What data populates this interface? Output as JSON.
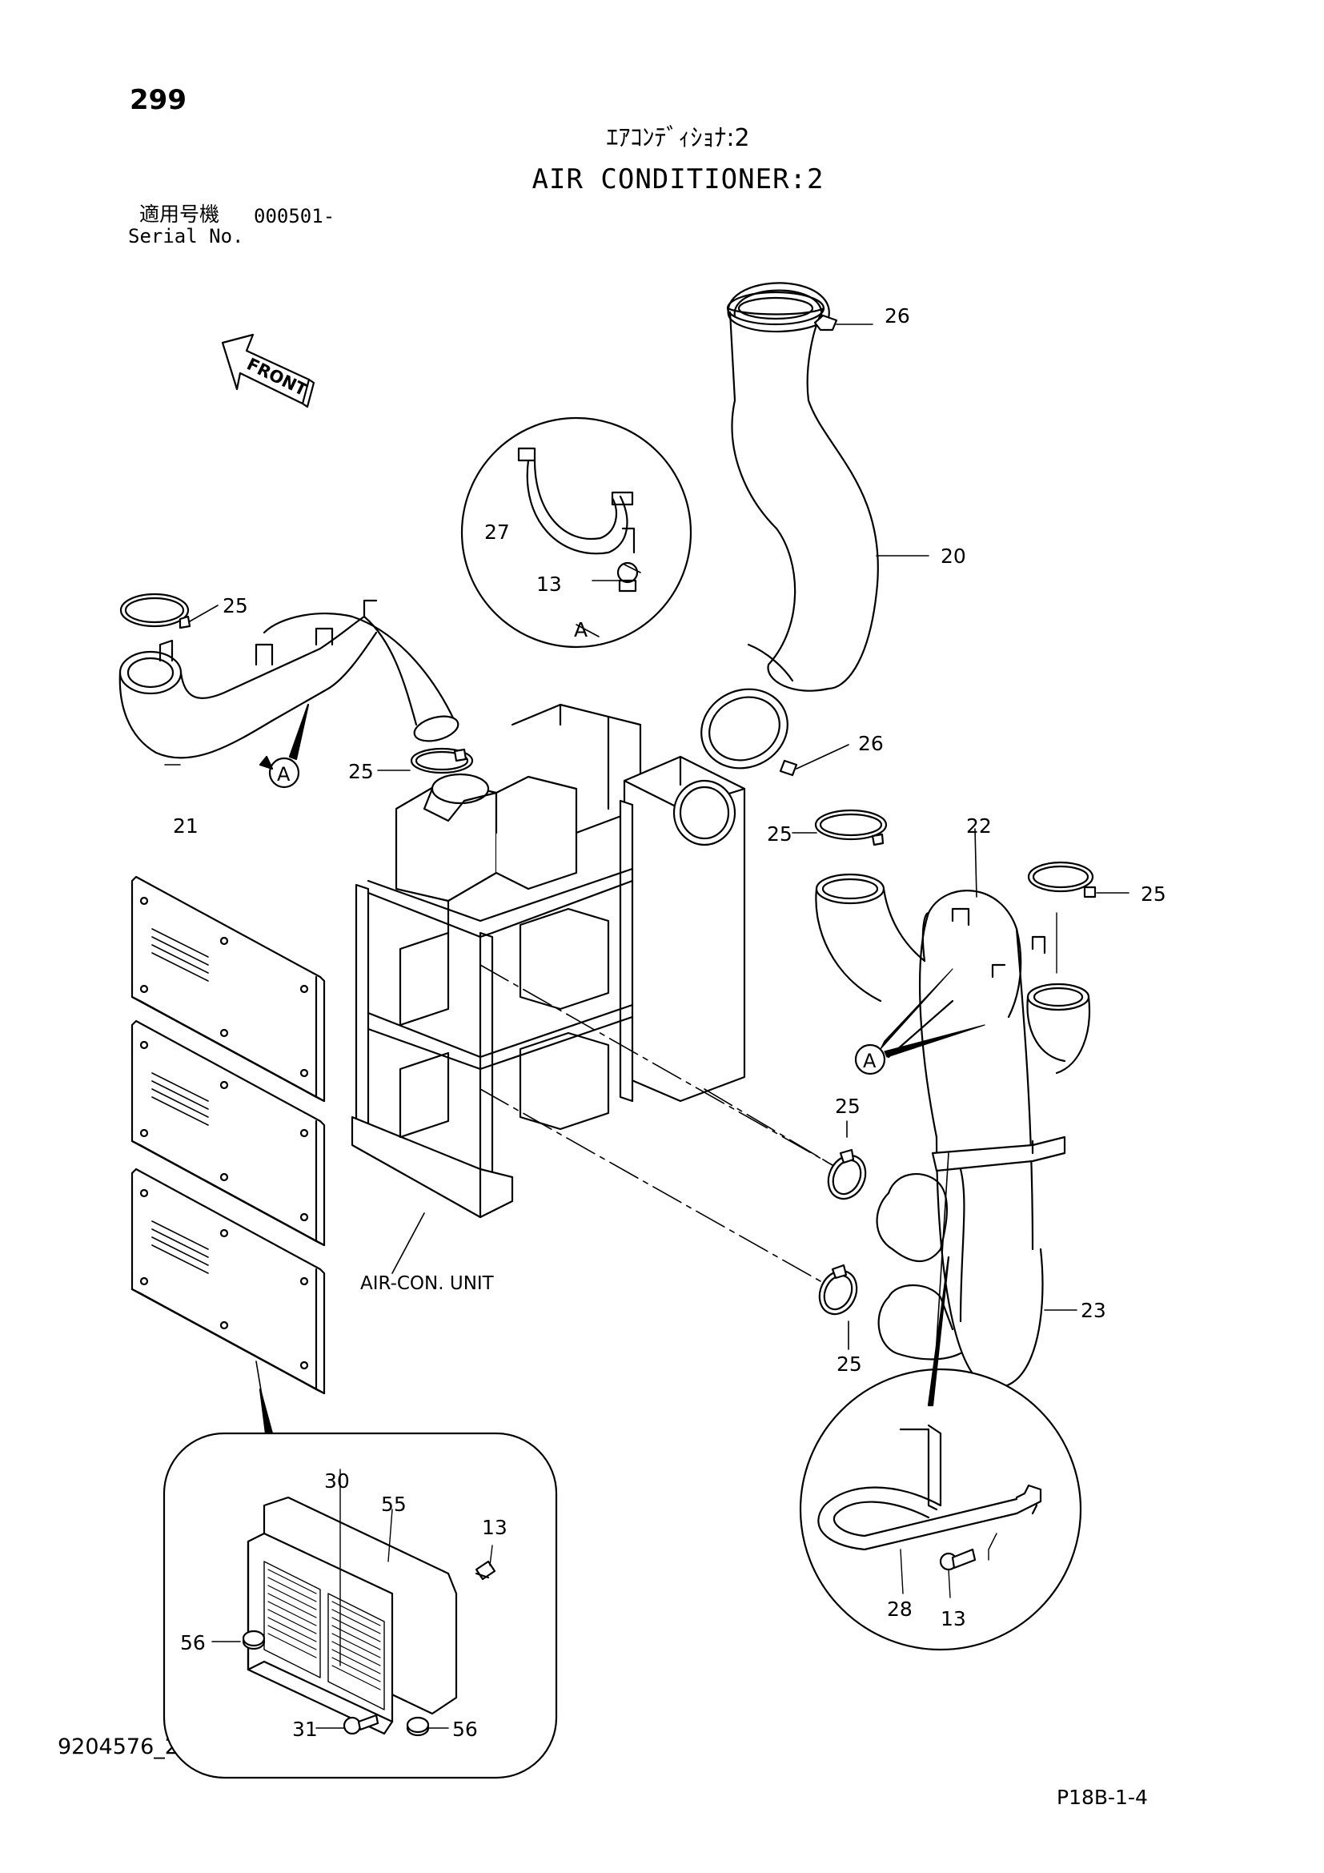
{
  "page_number": "299",
  "title_jp": "ｴｱｺﾝﾃﾞｨｼｮﾅ:2",
  "title_en": "AIR CONDITIONER:2",
  "serial_label_jp": "適用号機",
  "serial_value": "000501-",
  "serial_label_en": "Serial No.",
  "front_label": "FRONT",
  "unit_label": "AIR-CON. UNIT",
  "detail_callout": "A",
  "drawing_number": "9204576_2",
  "page_ref": "P18B-1-4",
  "part_labels": {
    "hose_20": "20",
    "hose_21": "21",
    "hose_22": "22",
    "hose_23": "23",
    "clamp_26_top": "26",
    "clamp_26_mid": "26",
    "clamp_25_left": "25",
    "clamp_25_center": "25",
    "clamp_25_mid": "25",
    "clamp_25_right": "25",
    "clamp_25_lower_a": "25",
    "clamp_25_lower_b": "25",
    "bracket_27": "27",
    "bolt_13_a": "13",
    "grille_30": "30",
    "cover_55": "55",
    "bolt_13_b": "13",
    "grommet_56_a": "56",
    "bolt_31": "31",
    "grommet_56_b": "56",
    "band_28": "28",
    "bolt_13_c": "13"
  }
}
